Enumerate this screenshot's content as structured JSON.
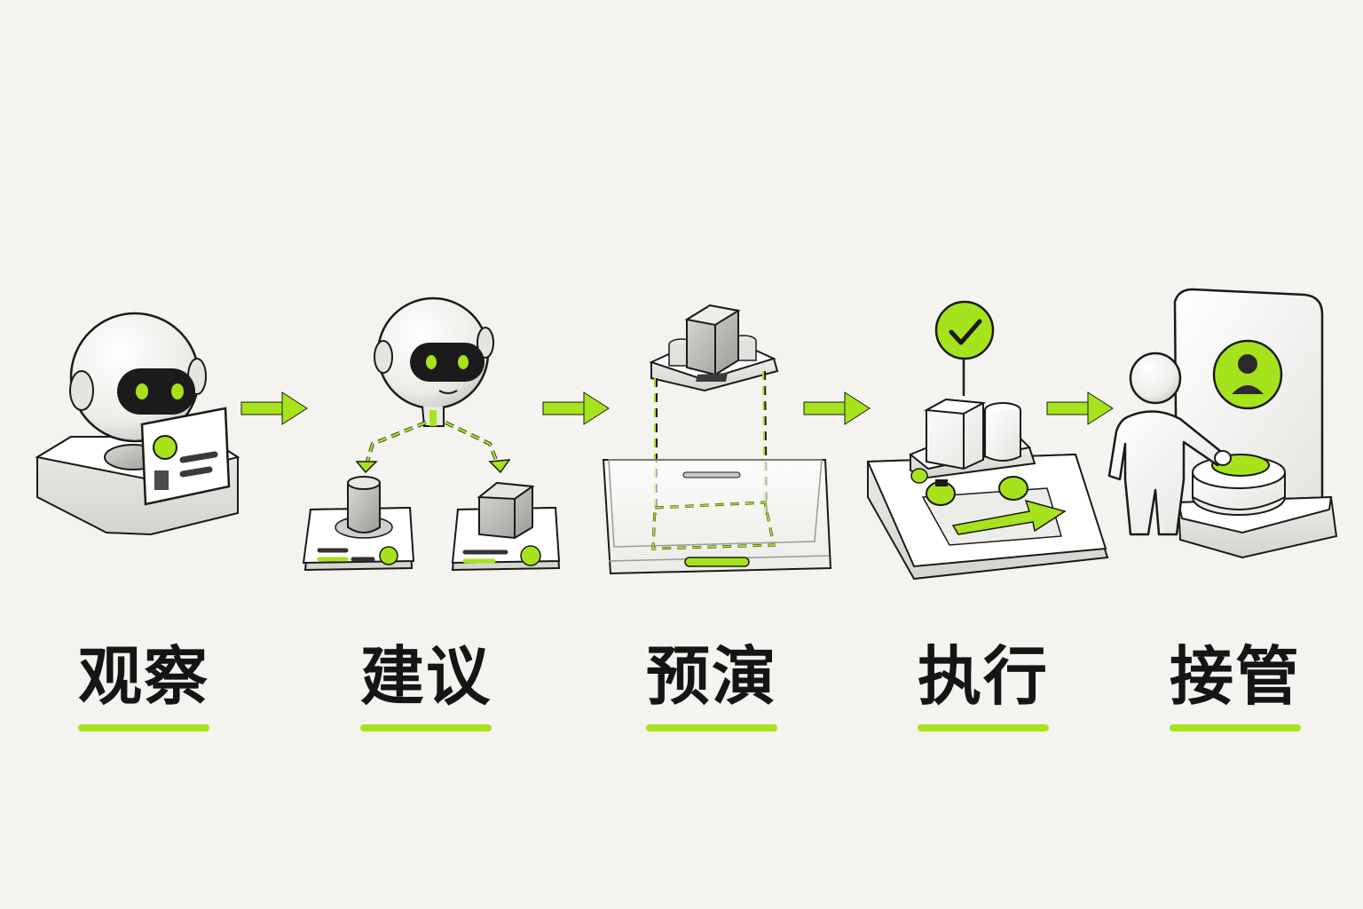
{
  "colors": {
    "background": "#f4f3ef",
    "accent": "#a6e31c",
    "ink": "#151515",
    "surface": "#ffffff",
    "gray": "#c9c9c6"
  },
  "steps": [
    {
      "label": "观察",
      "icon": "robot-observing-card-icon"
    },
    {
      "label": "建议",
      "icon": "robot-suggesting-options-icon"
    },
    {
      "label": "预演",
      "icon": "rehearsal-preview-tray-icon"
    },
    {
      "label": "执行",
      "icon": "executing-cart-with-check-icon"
    },
    {
      "label": "接管",
      "icon": "human-takeover-button-icon"
    }
  ],
  "connectors": [
    "arrow-right-icon",
    "arrow-right-icon",
    "arrow-right-icon",
    "arrow-right-icon"
  ]
}
